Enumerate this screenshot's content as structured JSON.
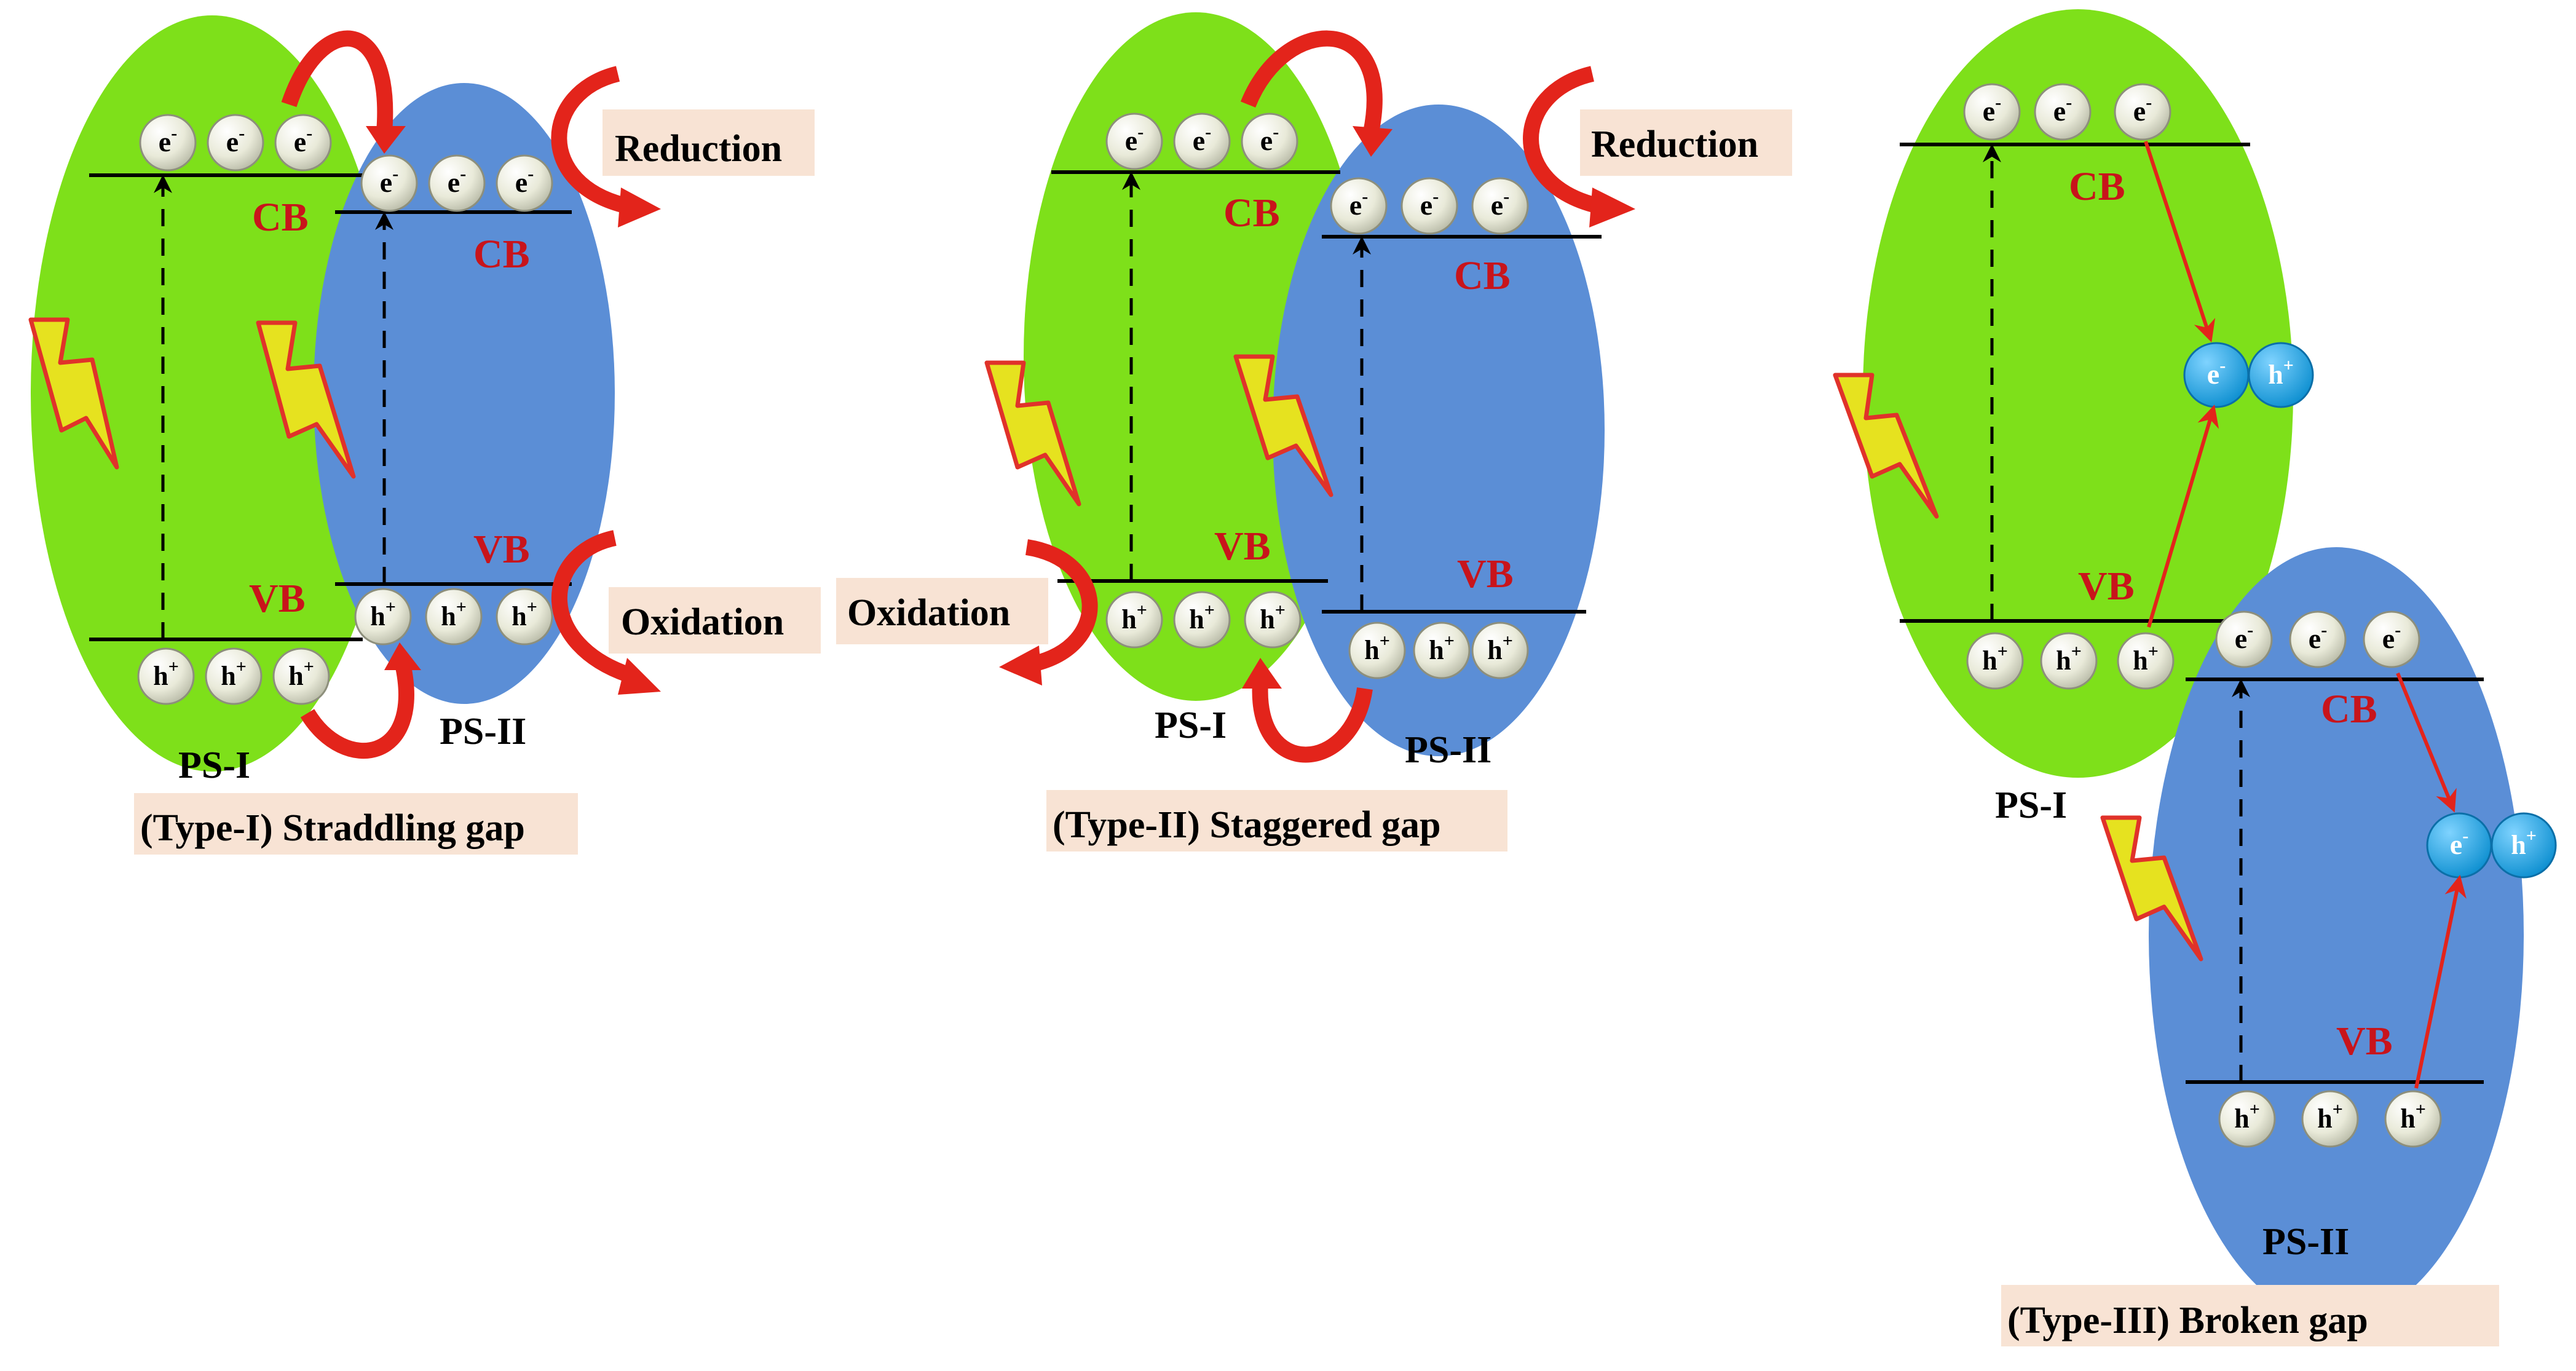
{
  "colors": {
    "ps1": "#7ee01a",
    "ps2": "#5b8ed6",
    "arrow_curved": "#e3241b",
    "arrow_transfer": "#e3241b",
    "label_red": "#c8141b",
    "label_bg": "#f8e3d4",
    "carrier_fill": "#e9ead9",
    "carrier_pair": "#19a7e8",
    "bolt_fill": "#e6e21f",
    "bolt_edge": "#e0322a"
  },
  "icons": [
    "lightning-bolt-icon",
    "curved-arrow-icon",
    "dashed-arrow-icon"
  ],
  "symbols": {
    "electron": "e",
    "electron_sup": "-",
    "hole": "h",
    "hole_sup": "+"
  },
  "panel1": {
    "cb_ps1": "CB",
    "cb_ps2": "CB",
    "vb_ps1": "VB",
    "vb_ps2": "VB",
    "ps1_label": "PS-I",
    "ps2_label": "PS-II",
    "reduction": "Reduction",
    "oxidation": "Oxidation",
    "caption": "(Type-I) Straddling gap"
  },
  "panel2": {
    "cb_ps1": "CB",
    "cb_ps2": "CB",
    "vb_ps1": "VB",
    "vb_ps2": "VB",
    "ps1_label": "PS-I",
    "ps2_label": "PS-II",
    "reduction": "Reduction",
    "oxidation": "Oxidation",
    "caption": "(Type-II) Staggered gap"
  },
  "panel3": {
    "cb_ps1": "CB",
    "cb_ps2": "CB",
    "vb_ps1": "VB",
    "vb_ps2": "VB",
    "ps1_label": "PS-I",
    "ps2_label": "PS-II",
    "caption": "(Type-III) Broken gap"
  }
}
